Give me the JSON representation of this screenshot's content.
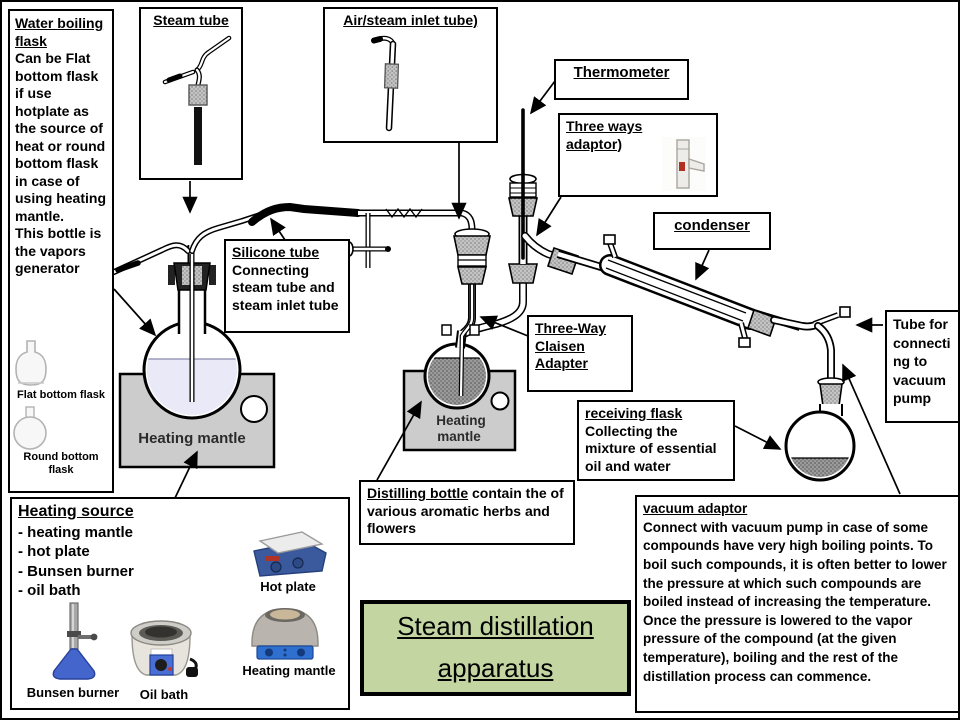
{
  "page": {
    "type": "diagram",
    "subject": "Steam distillation apparatus"
  },
  "title_box": {
    "line1": "Steam distillation",
    "line2": "apparatus"
  },
  "boxes": {
    "water_boiling_flask": {
      "title": "Water boiling flask",
      "body": "Can be Flat bottom flask if use hotplate as the source of heat or round bottom flask in case of using heating mantle.",
      "body2": "This bottle is the vapors generator",
      "caption_flat": "Flat bottom flask",
      "caption_round": "Round bottom flask"
    },
    "steam_tube": {
      "title": "Steam tube"
    },
    "air_steam_inlet": {
      "title": "Air/steam inlet tube)"
    },
    "silicone_tube": {
      "title": "Silicone tube",
      "body": "Connecting steam tube and steam inlet tube"
    },
    "thermometer": {
      "title": "Thermometer"
    },
    "three_ways_adaptor": {
      "title": "Three ways adaptor)"
    },
    "condenser": {
      "title": "condenser"
    },
    "three_way_claisen": {
      "title": "Three-Way Claisen Adapter"
    },
    "receiving_flask": {
      "title": "receiving flask",
      "body": "Collecting the mixture of essential oil and water"
    },
    "tube_vacuum": {
      "body": "Tube for connecting to vacuum pump"
    },
    "distilling_bottle": {
      "title": "Distilling  bottle",
      "body": " contain the of various aromatic herbs and flowers"
    },
    "vacuum_adaptor": {
      "title": "vacuum adaptor",
      "body": "Connect with vacuum pump in case of some compounds  have very high boiling points.  To boil such compounds,  it is often better to lower the pressure at which such compounds  are boiled instead of increasing the temperature. Once the pressure is lowered to the vapor pressure of the compound  (at the given temperature), boiling and the rest of the distillation process can commence."
    },
    "heating_source": {
      "title": "Heating source",
      "items": [
        "- heating mantle",
        "- hot plate",
        "- Bunsen burner",
        "- oil bath"
      ],
      "caption_hot_plate": "Hot plate",
      "caption_bunsen": "Bunsen burner",
      "caption_oil_bath": "Oil bath",
      "caption_heating_mantle": "Heating mantle"
    }
  },
  "diagram": {
    "mantle1_label": "Heating mantle",
    "mantle2_label_line1": "Heating",
    "mantle2_label_line2": "mantle"
  },
  "colors": {
    "title_box_green": "#c3d6a2",
    "mantle_gray": "#cccccc",
    "flask_liquid_lavender": "#e9e9f8",
    "hot_plate_blue": "#3b5a9e",
    "bunsen_base_blue": "#4466cc",
    "heating_mantle_base_blue": "#2f6fd0"
  }
}
